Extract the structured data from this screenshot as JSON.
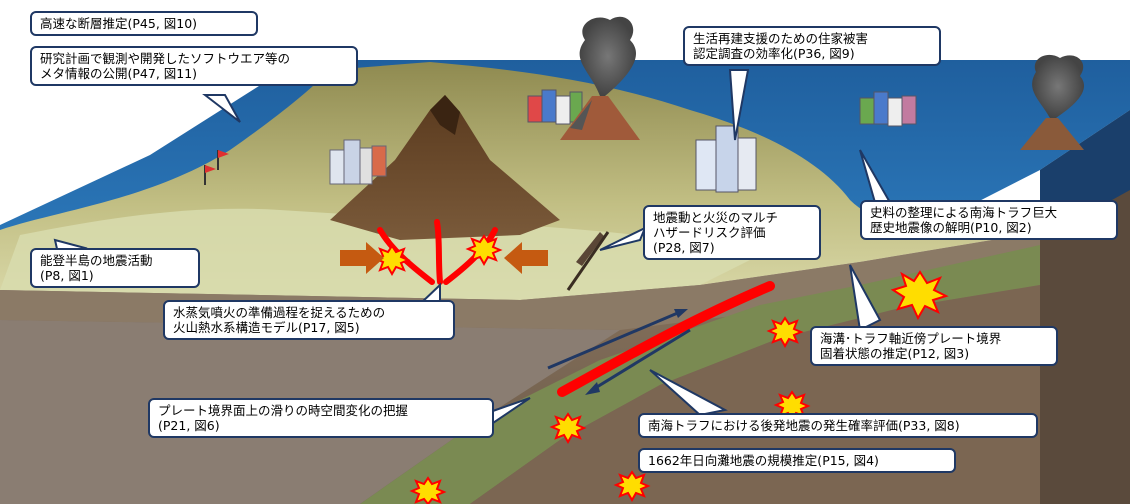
{
  "colors": {
    "callout_border": "#1f3864",
    "ocean": "#2e75b6",
    "land": "#b9b472",
    "plate": "#7b6652",
    "rupture": "#ff0000",
    "arrow": "#203864"
  },
  "callouts": [
    {
      "id": "fault-estimation",
      "lines": [
        "高速な断層推定(P45, 図10)"
      ]
    },
    {
      "id": "software-metadata",
      "lines": [
        "研究計画で観測や開発したソフトウエア等の",
        "メタ情報の公開(P47, 図11)"
      ]
    },
    {
      "id": "housing-damage",
      "lines": [
        "生活再建支援のための住家被害",
        "認定調査の効率化(P36, 図9)"
      ]
    },
    {
      "id": "noto-activity",
      "lines": [
        "能登半島の地震活動",
        "(P8, 図1)"
      ]
    },
    {
      "id": "multi-hazard",
      "lines": [
        "地震動と火災のマルチ",
        "ハザードリスク評価",
        "(P28, 図7)"
      ]
    },
    {
      "id": "historical-nankai",
      "lines": [
        "史料の整理による南海トラフ巨大",
        "歴史地震像の解明(P10, 図2)"
      ]
    },
    {
      "id": "volcano-model",
      "lines": [
        "水蒸気噴火の準備過程を捉えるための",
        "火山熱水系構造モデル(P17, 図5)"
      ]
    },
    {
      "id": "trench-coupling",
      "lines": [
        "海溝･トラフ軸近傍プレート境界",
        "固着状態の推定(P12, 図3)"
      ]
    },
    {
      "id": "slip-variation",
      "lines": [
        "プレート境界面上の滑りの時空間変化の把握",
        "(P21, 図6)"
      ]
    },
    {
      "id": "aftershock-probability",
      "lines": [
        "南海トラフにおける後発地震の発生確率評価(P33, 図8)"
      ]
    },
    {
      "id": "hyuganada-1662",
      "lines": [
        "1662年日向灘地震の規模推定(P15, 図4)"
      ]
    }
  ],
  "icons": [
    "volcano-icon",
    "erupting-volcano-icon",
    "building-cluster-icon",
    "earthquake-burst-icon",
    "fault-icon",
    "observation-flag-icon"
  ]
}
